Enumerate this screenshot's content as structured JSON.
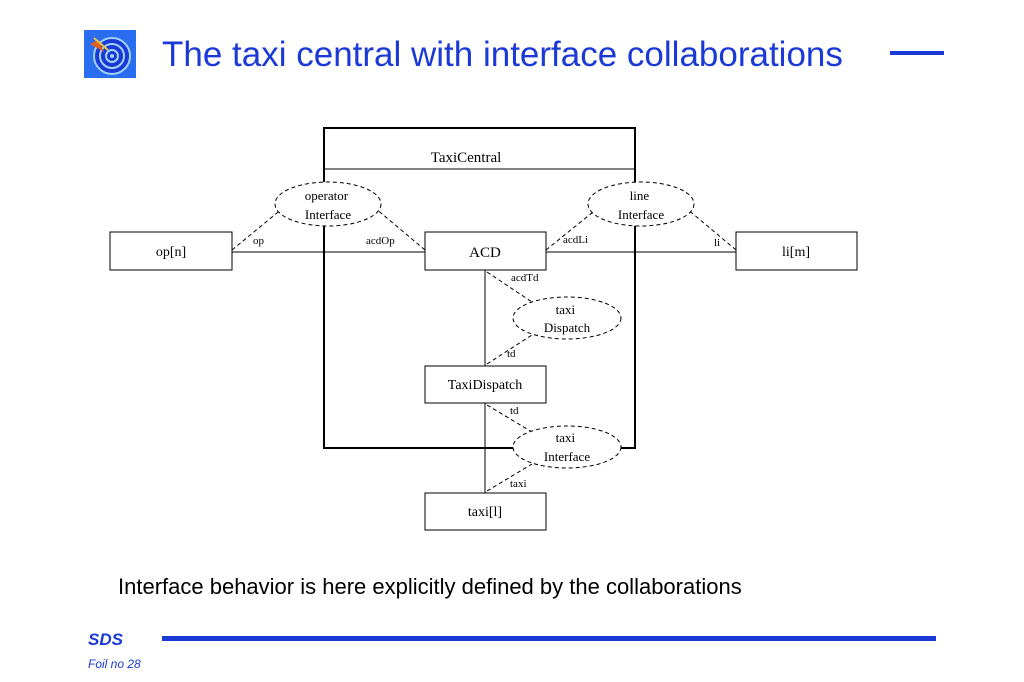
{
  "header": {
    "title": "The taxi central with interface collaborations"
  },
  "diagram": {
    "central_name": "TaxiCentral",
    "parts": {
      "op": "op[n]",
      "acd": "ACD",
      "li": "li[m]",
      "taxi_dispatch": "TaxiDispatch",
      "taxi": "taxi[l]"
    },
    "collaborations": {
      "operator_interface": [
        "operator",
        "Interface"
      ],
      "line_interface": [
        "line",
        "Interface"
      ],
      "taxi_dispatch": [
        "taxi",
        "Dispatch"
      ],
      "taxi_interface": [
        "taxi",
        "Interface"
      ]
    },
    "roles": {
      "op": "op",
      "acdOp": "acdOp",
      "acdLi": "acdLi",
      "li": "li",
      "acdTd": "acdTd",
      "td_upper": "td",
      "td_lower": "td",
      "taxi": "taxi"
    }
  },
  "caption": "Interface behavior is here explicitly defined by the collaborations",
  "footer": {
    "brand": "SDS",
    "foil": "Foil no 28"
  },
  "colors": {
    "accent": "#1a39d6"
  }
}
